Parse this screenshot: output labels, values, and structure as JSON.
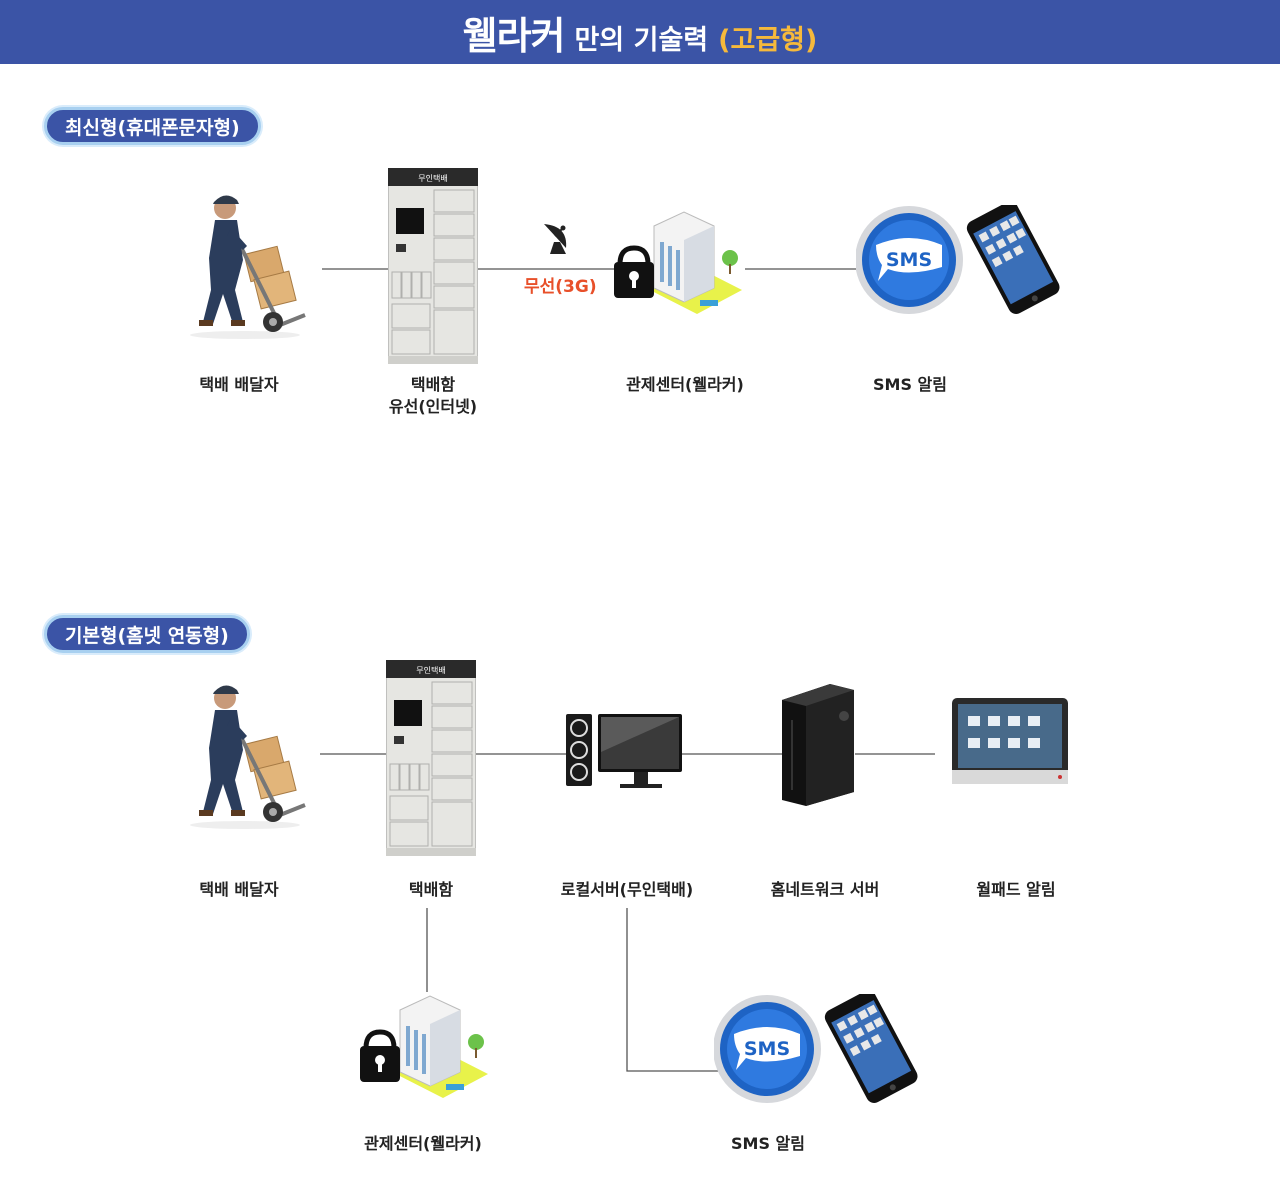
{
  "header": {
    "brand": "웰라커",
    "rest": "만의 기술력",
    "grade": "(고급형)"
  },
  "section_top": {
    "badge": "최신형(휴대폰문자형)",
    "courier_label": "택배 배달자",
    "locker_label_1": "택배함",
    "locker_label_2": "유선(인터넷)",
    "locker_sign": "무인택배",
    "wireless_label": "무선(3G)",
    "control_label": "관제센터(웰라커)",
    "sms_label": "SMS 알림",
    "sms_text": "SMS"
  },
  "section_bottom": {
    "badge": "기본형(홈넷 연동형)",
    "courier_label": "택배 배달자",
    "locker_label": "택배함",
    "locker_sign": "무인택배",
    "server_label": "로컬서버(무인택배)",
    "homenet_label": "홈네트워크 서버",
    "wallpad_label": "월패드 알림",
    "control_label": "관제센터(웰라커)",
    "sms_label": "SMS 알림",
    "sms_text": "SMS"
  },
  "colors": {
    "header_bg": "#3b54a6",
    "accent_orange": "#f6b93b",
    "wireless_red": "#e8502a",
    "sms_blue": "#1e63c4"
  }
}
